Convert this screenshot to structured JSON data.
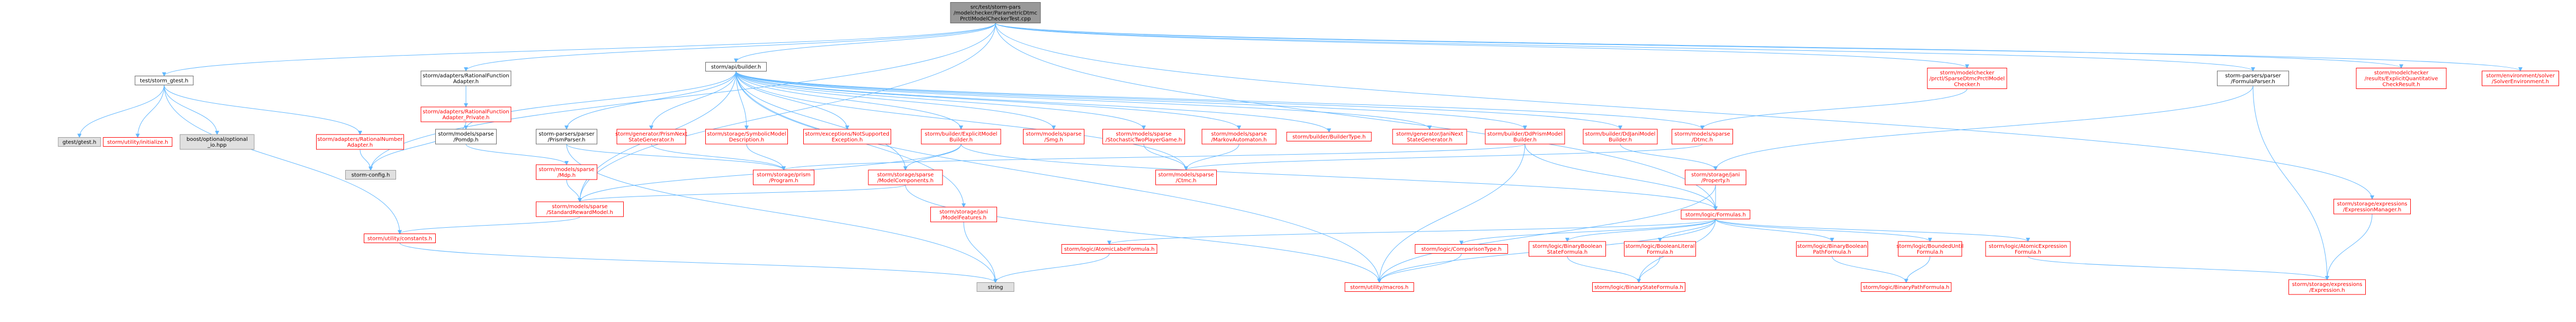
{
  "colors": {
    "root_fill": "#999999",
    "node_fill": "#ffffff",
    "node_border_red": "#ff0000",
    "node_border_gray": "#999999",
    "node_border_black": "#666666",
    "edge": "#63b8ff",
    "text_red": "#ff0000",
    "text_black": "#000000",
    "lib_fill": "#e0e0e0"
  },
  "nodes": [
    {
      "id": "root",
      "lines": [
        "src/test/storm-pars",
        "/modelchecker/ParametricDtmc",
        "PrctlModelCheckerTest.cpp"
      ],
      "style": "root"
    },
    {
      "id": "gtest",
      "lines": [
        "test/storm_gtest.h"
      ],
      "style": "plain"
    },
    {
      "id": "adapterRFA",
      "lines": [
        "storm/adapters/RationalFunction",
        "Adapter.h"
      ],
      "style": "plain"
    },
    {
      "id": "apibuilder",
      "lines": [
        "storm/api/builder.h"
      ],
      "style": "plain"
    },
    {
      "id": "mcprctl",
      "lines": [
        "storm/modelchecker",
        "/prctl/SparseDtmcPrctlModel",
        "Checker.h"
      ],
      "style": "red"
    },
    {
      "id": "formulaParser",
      "lines": [
        "storm-parsers/parser",
        "/FormulaParser.h"
      ],
      "style": "plain"
    },
    {
      "id": "explicitQCR",
      "lines": [
        "storm/modelchecker",
        "/results/ExplicitQuantitative",
        "CheckResult.h"
      ],
      "style": "red"
    },
    {
      "id": "solverEnv",
      "lines": [
        "storm/environment/solver",
        "/SolverEnvironment.h"
      ],
      "style": "red"
    },
    {
      "id": "gtestH",
      "lines": [
        "gtest/gtest.h"
      ],
      "style": "lib"
    },
    {
      "id": "utilInit",
      "lines": [
        "storm/utility/initialize.h"
      ],
      "style": "red"
    },
    {
      "id": "boostOpt",
      "lines": [
        "boost/optional/optional",
        "_io.hpp"
      ],
      "style": "lib"
    },
    {
      "id": "adapterRFAPriv",
      "lines": [
        "storm/adapters/RationalFunction",
        "Adapter_Private.h"
      ],
      "style": "red"
    },
    {
      "id": "adapterRNA",
      "lines": [
        "storm/adapters/RationalNumber",
        "Adapter.h"
      ],
      "style": "red"
    },
    {
      "id": "stormConfig",
      "lines": [
        "storm-config.h"
      ],
      "style": "lib"
    },
    {
      "id": "sparseHmdp",
      "lines": [
        "storm/models/sparse",
        "/Pomdp.h"
      ],
      "style": "plain"
    },
    {
      "id": "prismParser",
      "lines": [
        "storm-parsers/parser",
        "/PrismParser.h"
      ],
      "style": "plain"
    },
    {
      "id": "prismNextGen",
      "lines": [
        "storm/generator/PrismNext",
        "StateGenerator.h"
      ],
      "style": "red"
    },
    {
      "id": "symbolicDesc",
      "lines": [
        "storm/storage/SymbolicModel",
        "Description.h"
      ],
      "style": "red"
    },
    {
      "id": "notSupported",
      "lines": [
        "storm/exceptions/NotSupported",
        "Exception.h"
      ],
      "style": "red"
    },
    {
      "id": "explicitBuilder",
      "lines": [
        "storm/builder/ExplicitModel",
        "Builder.h"
      ],
      "style": "red"
    },
    {
      "id": "sparseCtmc",
      "lines": [
        "storm/models/sparse",
        "/Ctmc.h"
      ],
      "style": "red"
    },
    {
      "id": "stochasticTwo",
      "lines": [
        "storm/models/sparse",
        "/StochasticTwoPlayerGame.h"
      ],
      "style": "red"
    },
    {
      "id": "markovAut",
      "lines": [
        "storm/models/sparse",
        "/MarkovAutomaton.h"
      ],
      "style": "red"
    },
    {
      "id": "builderType",
      "lines": [
        "storm/builder/BuilderType.h"
      ],
      "style": "red"
    },
    {
      "id": "janiNextGen",
      "lines": [
        "storm/generator/JaniNext",
        "StateGenerator.h"
      ],
      "style": "red"
    },
    {
      "id": "ddPrism",
      "lines": [
        "storm/builder/DdPrismModel",
        "Builder.h"
      ],
      "style": "red"
    },
    {
      "id": "ddJani",
      "lines": [
        "storm/builder/DdJaniModel",
        "Builder.h"
      ],
      "style": "red"
    },
    {
      "id": "sparseDtmc",
      "lines": [
        "storm/models/sparse",
        "/Dtmc.h"
      ],
      "style": "red"
    },
    {
      "id": "sparseMdp",
      "lines": [
        "storm/models/sparse",
        "/Mdp.h"
      ],
      "style": "red"
    },
    {
      "id": "storagePrism",
      "lines": [
        "storm/storage/prism",
        "/Program.h"
      ],
      "style": "red"
    },
    {
      "id": "sparseComponents",
      "lines": [
        "storm/storage/sparse",
        "/ModelComponents.h"
      ],
      "style": "red"
    },
    {
      "id": "sparseCtmc2",
      "lines": [
        "storm/models/sparse",
        "/Ctmc.h"
      ],
      "style": "red"
    },
    {
      "id": "janiProperty",
      "lines": [
        "storm/storage/jani",
        "/Property.h"
      ],
      "style": "red"
    },
    {
      "id": "sparseSmg",
      "lines": [
        "storm/models/sparse",
        "/Smg.h"
      ],
      "style": "red"
    },
    {
      "id": "exprManager",
      "lines": [
        "storm/storage/expressions",
        "/ExpressionManager.h"
      ],
      "style": "red"
    },
    {
      "id": "standardReward",
      "lines": [
        "storm/models/sparse",
        "/StandardRewardModel.h"
      ],
      "style": "red"
    },
    {
      "id": "janiFeatures",
      "lines": [
        "storm/storage/jani",
        "/ModelFeatures.h"
      ],
      "style": "red"
    },
    {
      "id": "logicFormulas",
      "lines": [
        "storm/logic/Formulas.h"
      ],
      "style": "red"
    },
    {
      "id": "utilConstants",
      "lines": [
        "storm/utility/constants.h"
      ],
      "style": "red"
    },
    {
      "id": "atomicLabel",
      "lines": [
        "storm/logic/AtomicLabelFormula.h"
      ],
      "style": "red"
    },
    {
      "id": "comparisonType",
      "lines": [
        "storm/logic/ComparisonType.h"
      ],
      "style": "red"
    },
    {
      "id": "binaryBoolState",
      "lines": [
        "storm/logic/BinaryBoolean",
        "StateFormula.h"
      ],
      "style": "red"
    },
    {
      "id": "boolLiteral",
      "lines": [
        "storm/logic/BooleanLiteral",
        "Formula.h"
      ],
      "style": "red"
    },
    {
      "id": "binaryBoolPath",
      "lines": [
        "storm/logic/BinaryBoolean",
        "PathFormula.h"
      ],
      "style": "red"
    },
    {
      "id": "boundedUntil",
      "lines": [
        "storm/logic/BoundedUntil",
        "Formula.h"
      ],
      "style": "red"
    },
    {
      "id": "atomicExpr",
      "lines": [
        "storm/logic/AtomicExpression",
        "Formula.h"
      ],
      "style": "red"
    },
    {
      "id": "string",
      "lines": [
        "string"
      ],
      "style": "lib"
    },
    {
      "id": "utilMacros",
      "lines": [
        "storm/utility/macros.h"
      ],
      "style": "red"
    },
    {
      "id": "binaryState",
      "lines": [
        "storm/logic/BinaryStateFormula.h"
      ],
      "style": "red"
    },
    {
      "id": "binaryPath",
      "lines": [
        "storm/logic/BinaryPathFormula.h"
      ],
      "style": "red"
    },
    {
      "id": "storageExpr",
      "lines": [
        "storm/storage/expressions",
        "/Expression.h"
      ],
      "style": "red"
    }
  ],
  "edges": [
    [
      "root",
      "gtest"
    ],
    [
      "root",
      "adapterRFA"
    ],
    [
      "root",
      "apibuilder"
    ],
    [
      "root",
      "mcprctl"
    ],
    [
      "root",
      "formulaParser"
    ],
    [
      "root",
      "explicitQCR"
    ],
    [
      "root",
      "solverEnv"
    ],
    [
      "root",
      "stormConfig"
    ],
    [
      "root",
      "logicFormulas"
    ],
    [
      "root",
      "standardReward"
    ],
    [
      "root",
      "exprManager"
    ],
    [
      "gtest",
      "gtestH"
    ],
    [
      "gtest",
      "utilInit"
    ],
    [
      "gtest",
      "boostOpt"
    ],
    [
      "gtest",
      "adapterRNA"
    ],
    [
      "gtest",
      "utilConstants"
    ],
    [
      "adapterRFA",
      "adapterRFAPriv"
    ],
    [
      "adapterRFAPriv",
      "stormConfig"
    ],
    [
      "adapterRNA",
      "stormConfig"
    ],
    [
      "apibuilder",
      "sparseHmdp"
    ],
    [
      "apibuilder",
      "prismParser"
    ],
    [
      "apibuilder",
      "prismNextGen"
    ],
    [
      "apibuilder",
      "symbolicDesc"
    ],
    [
      "apibuilder",
      "notSupported"
    ],
    [
      "apibuilder",
      "explicitBuilder"
    ],
    [
      "apibuilder",
      "sparseSmg"
    ],
    [
      "apibuilder",
      "stochasticTwo"
    ],
    [
      "apibuilder",
      "markovAut"
    ],
    [
      "apibuilder",
      "builderType"
    ],
    [
      "apibuilder",
      "janiNextGen"
    ],
    [
      "apibuilder",
      "ddPrism"
    ],
    [
      "apibuilder",
      "ddJani"
    ],
    [
      "apibuilder",
      "sparseDtmc"
    ],
    [
      "apibuilder",
      "sparseComponents"
    ],
    [
      "apibuilder",
      "janiFeatures"
    ],
    [
      "apibuilder",
      "utilMacros"
    ],
    [
      "apibuilder",
      "standardReward"
    ],
    [
      "apibuilder",
      "sparseCtmc2"
    ],
    [
      "sparseHmdp",
      "sparseMdp"
    ],
    [
      "prismParser",
      "string"
    ],
    [
      "prismParser",
      "storagePrism"
    ],
    [
      "prismNextGen",
      "storagePrism"
    ],
    [
      "symbolicDesc",
      "storagePrism"
    ],
    [
      "explicitBuilder",
      "standardReward"
    ],
    [
      "explicitBuilder",
      "logicFormulas"
    ],
    [
      "explicitBuilder",
      "sparseComponents"
    ],
    [
      "stochasticTwo",
      "sparseCtmc2"
    ],
    [
      "markovAut",
      "sparseCtmc2"
    ],
    [
      "ddPrism",
      "logicFormulas"
    ],
    [
      "ddPrism",
      "storagePrism"
    ],
    [
      "ddPrism",
      "utilMacros"
    ],
    [
      "ddJani",
      "janiProperty"
    ],
    [
      "sparseDtmc",
      "sparseCtmc2"
    ],
    [
      "mcprctl",
      "sparseDtmc"
    ],
    [
      "formulaParser",
      "janiProperty"
    ],
    [
      "formulaParser",
      "storageExpr"
    ],
    [
      "janiProperty",
      "logicFormulas"
    ],
    [
      "janiProperty",
      "utilMacros"
    ],
    [
      "sparseMdp",
      "standardReward"
    ],
    [
      "sparseComponents",
      "standardReward"
    ],
    [
      "sparseComponents",
      "utilMacros"
    ],
    [
      "standardReward",
      "utilConstants"
    ],
    [
      "utilConstants",
      "string"
    ],
    [
      "janiFeatures",
      "string"
    ],
    [
      "logicFormulas",
      "atomicLabel"
    ],
    [
      "logicFormulas",
      "comparisonType"
    ],
    [
      "logicFormulas",
      "binaryBoolState"
    ],
    [
      "logicFormulas",
      "boolLiteral"
    ],
    [
      "logicFormulas",
      "binaryBoolPath"
    ],
    [
      "logicFormulas",
      "boundedUntil"
    ],
    [
      "logicFormulas",
      "atomicExpr"
    ],
    [
      "logicFormulas",
      "binaryState"
    ],
    [
      "logicFormulas",
      "utilMacros"
    ],
    [
      "atomicLabel",
      "string"
    ],
    [
      "comparisonType",
      "utilMacros"
    ],
    [
      "binaryBoolState",
      "binaryState"
    ],
    [
      "boolLiteral",
      "binaryState"
    ],
    [
      "binaryBoolPath",
      "binaryPath"
    ],
    [
      "boundedUntil",
      "binaryPath"
    ],
    [
      "atomicExpr",
      "storageExpr"
    ],
    [
      "exprManager",
      "storageExpr"
    ]
  ]
}
